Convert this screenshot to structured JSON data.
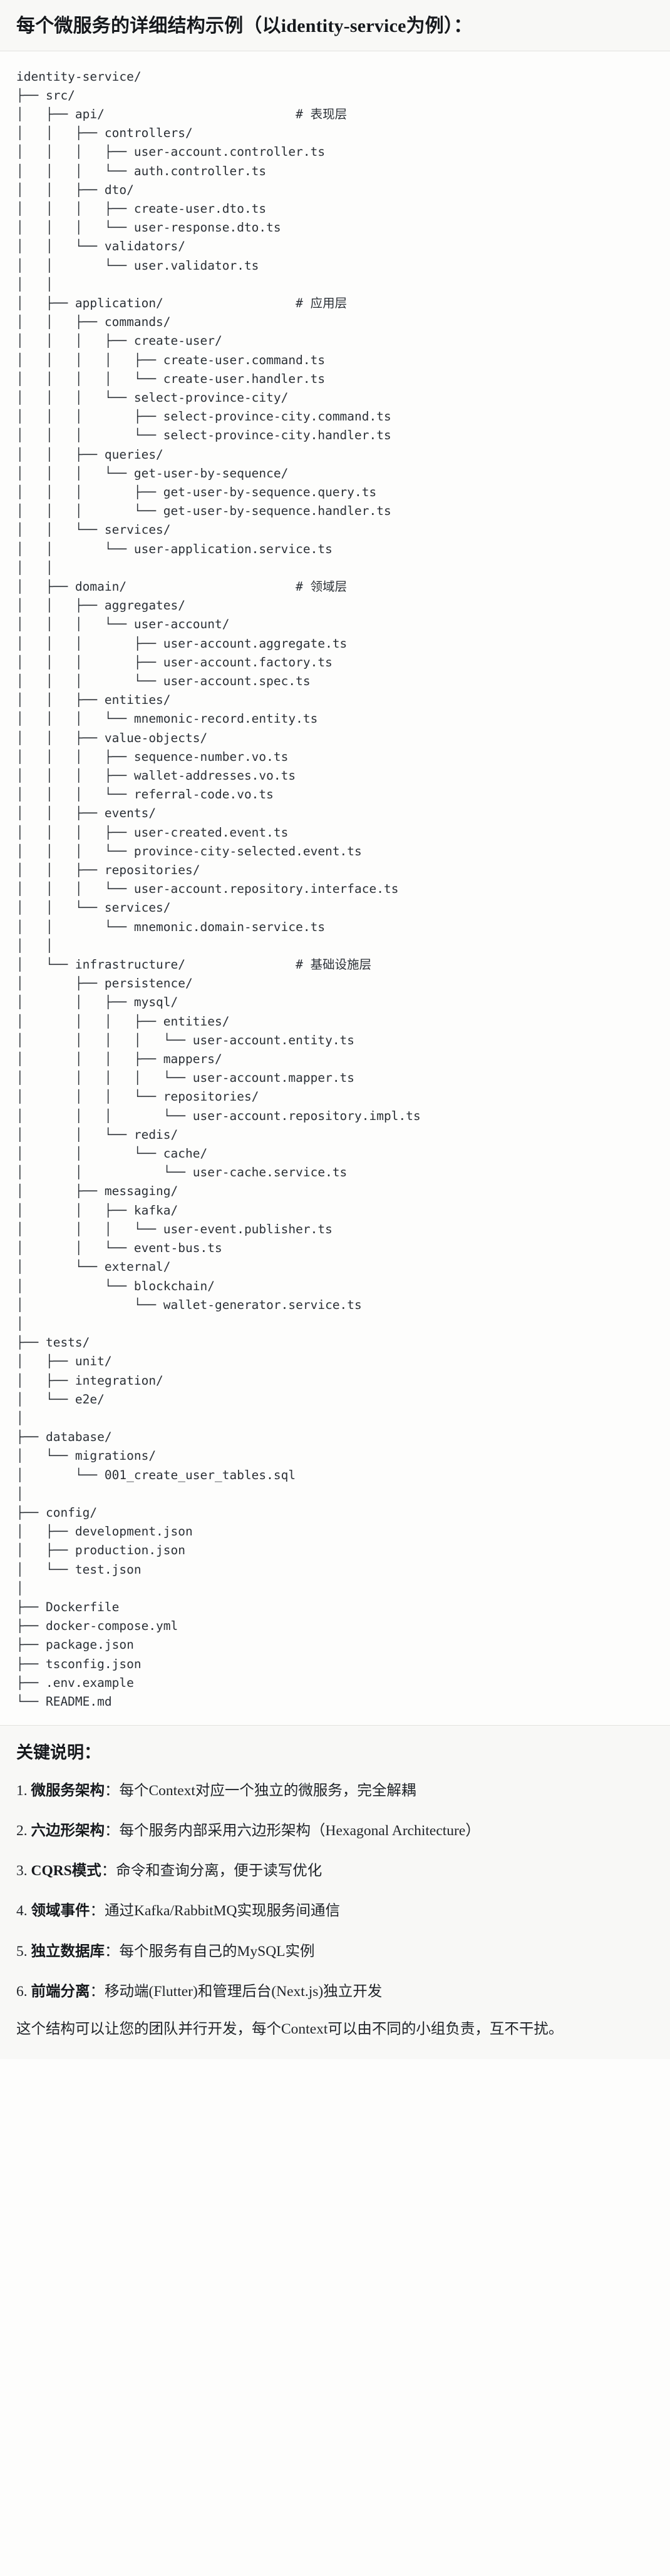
{
  "header": {
    "title": "每个微服务的详细结构示例（以identity-service为例）："
  },
  "tree": {
    "root_label": "identity-service/",
    "text": "identity-service/\n├── src/\n│   ├── api/                          # 表现层\n│   │   ├── controllers/\n│   │   │   ├── user-account.controller.ts\n│   │   │   └── auth.controller.ts\n│   │   ├── dto/\n│   │   │   ├── create-user.dto.ts\n│   │   │   └── user-response.dto.ts\n│   │   └── validators/\n│   │       └── user.validator.ts\n│   │\n│   ├── application/                  # 应用层\n│   │   ├── commands/\n│   │   │   ├── create-user/\n│   │   │   │   ├── create-user.command.ts\n│   │   │   │   └── create-user.handler.ts\n│   │   │   └── select-province-city/\n│   │   │       ├── select-province-city.command.ts\n│   │   │       └── select-province-city.handler.ts\n│   │   ├── queries/\n│   │   │   └── get-user-by-sequence/\n│   │   │       ├── get-user-by-sequence.query.ts\n│   │   │       └── get-user-by-sequence.handler.ts\n│   │   └── services/\n│   │       └── user-application.service.ts\n│   │\n│   ├── domain/                       # 领域层\n│   │   ├── aggregates/\n│   │   │   └── user-account/\n│   │   │       ├── user-account.aggregate.ts\n│   │   │       ├── user-account.factory.ts\n│   │   │       └── user-account.spec.ts\n│   │   ├── entities/\n│   │   │   └── mnemonic-record.entity.ts\n│   │   ├── value-objects/\n│   │   │   ├── sequence-number.vo.ts\n│   │   │   ├── wallet-addresses.vo.ts\n│   │   │   └── referral-code.vo.ts\n│   │   ├── events/\n│   │   │   ├── user-created.event.ts\n│   │   │   └── province-city-selected.event.ts\n│   │   ├── repositories/\n│   │   │   └── user-account.repository.interface.ts\n│   │   └── services/\n│   │       └── mnemonic.domain-service.ts\n│   │\n│   └── infrastructure/               # 基础设施层\n│       ├── persistence/\n│       │   ├── mysql/\n│       │   │   ├── entities/\n│       │   │   │   └── user-account.entity.ts\n│       │   │   ├── mappers/\n│       │   │   │   └── user-account.mapper.ts\n│       │   │   └── repositories/\n│       │   │       └── user-account.repository.impl.ts\n│       │   └── redis/\n│       │       └── cache/\n│       │           └── user-cache.service.ts\n│       ├── messaging/\n│       │   ├── kafka/\n│       │   │   └── user-event.publisher.ts\n│       │   └── event-bus.ts\n│       └── external/\n│           └── blockchain/\n│               └── wallet-generator.service.ts\n│\n├── tests/\n│   ├── unit/\n│   ├── integration/\n│   └── e2e/\n│\n├── database/\n│   └── migrations/\n│       └── 001_create_user_tables.sql\n│\n├── config/\n│   ├── development.json\n│   ├── production.json\n│   └── test.json\n│\n├── Dockerfile\n├── docker-compose.yml\n├── package.json\n├── tsconfig.json\n├── .env.example\n└── README.md",
    "layer_comments": [
      "# 表现层",
      "# 应用层",
      "# 领域层",
      "# 基础设施层"
    ]
  },
  "notes": {
    "heading": "关键说明：",
    "items": [
      {
        "num": "1.",
        "term": "微服务架构",
        "sep": "：",
        "desc": "每个Context对应一个独立的微服务，完全解耦"
      },
      {
        "num": "2.",
        "term": "六边形架构",
        "sep": "：",
        "desc": "每个服务内部采用六边形架构（Hexagonal Architecture）"
      },
      {
        "num": "3.",
        "term": "CQRS模式",
        "sep": "：",
        "desc": "命令和查询分离，便于读写优化"
      },
      {
        "num": "4.",
        "term": "领域事件",
        "sep": "：",
        "desc": "通过Kafka/RabbitMQ实现服务间通信"
      },
      {
        "num": "5.",
        "term": "独立数据库",
        "sep": "：",
        "desc": "每个服务有自己的MySQL实例"
      },
      {
        "num": "6.",
        "term": "前端分离",
        "sep": "：",
        "desc": "移动端(Flutter)和管理后台(Next.js)独立开发"
      }
    ],
    "closing": "这个结构可以让您的团队并行开发，每个Context可以由不同的小组负责，互不干扰。"
  }
}
